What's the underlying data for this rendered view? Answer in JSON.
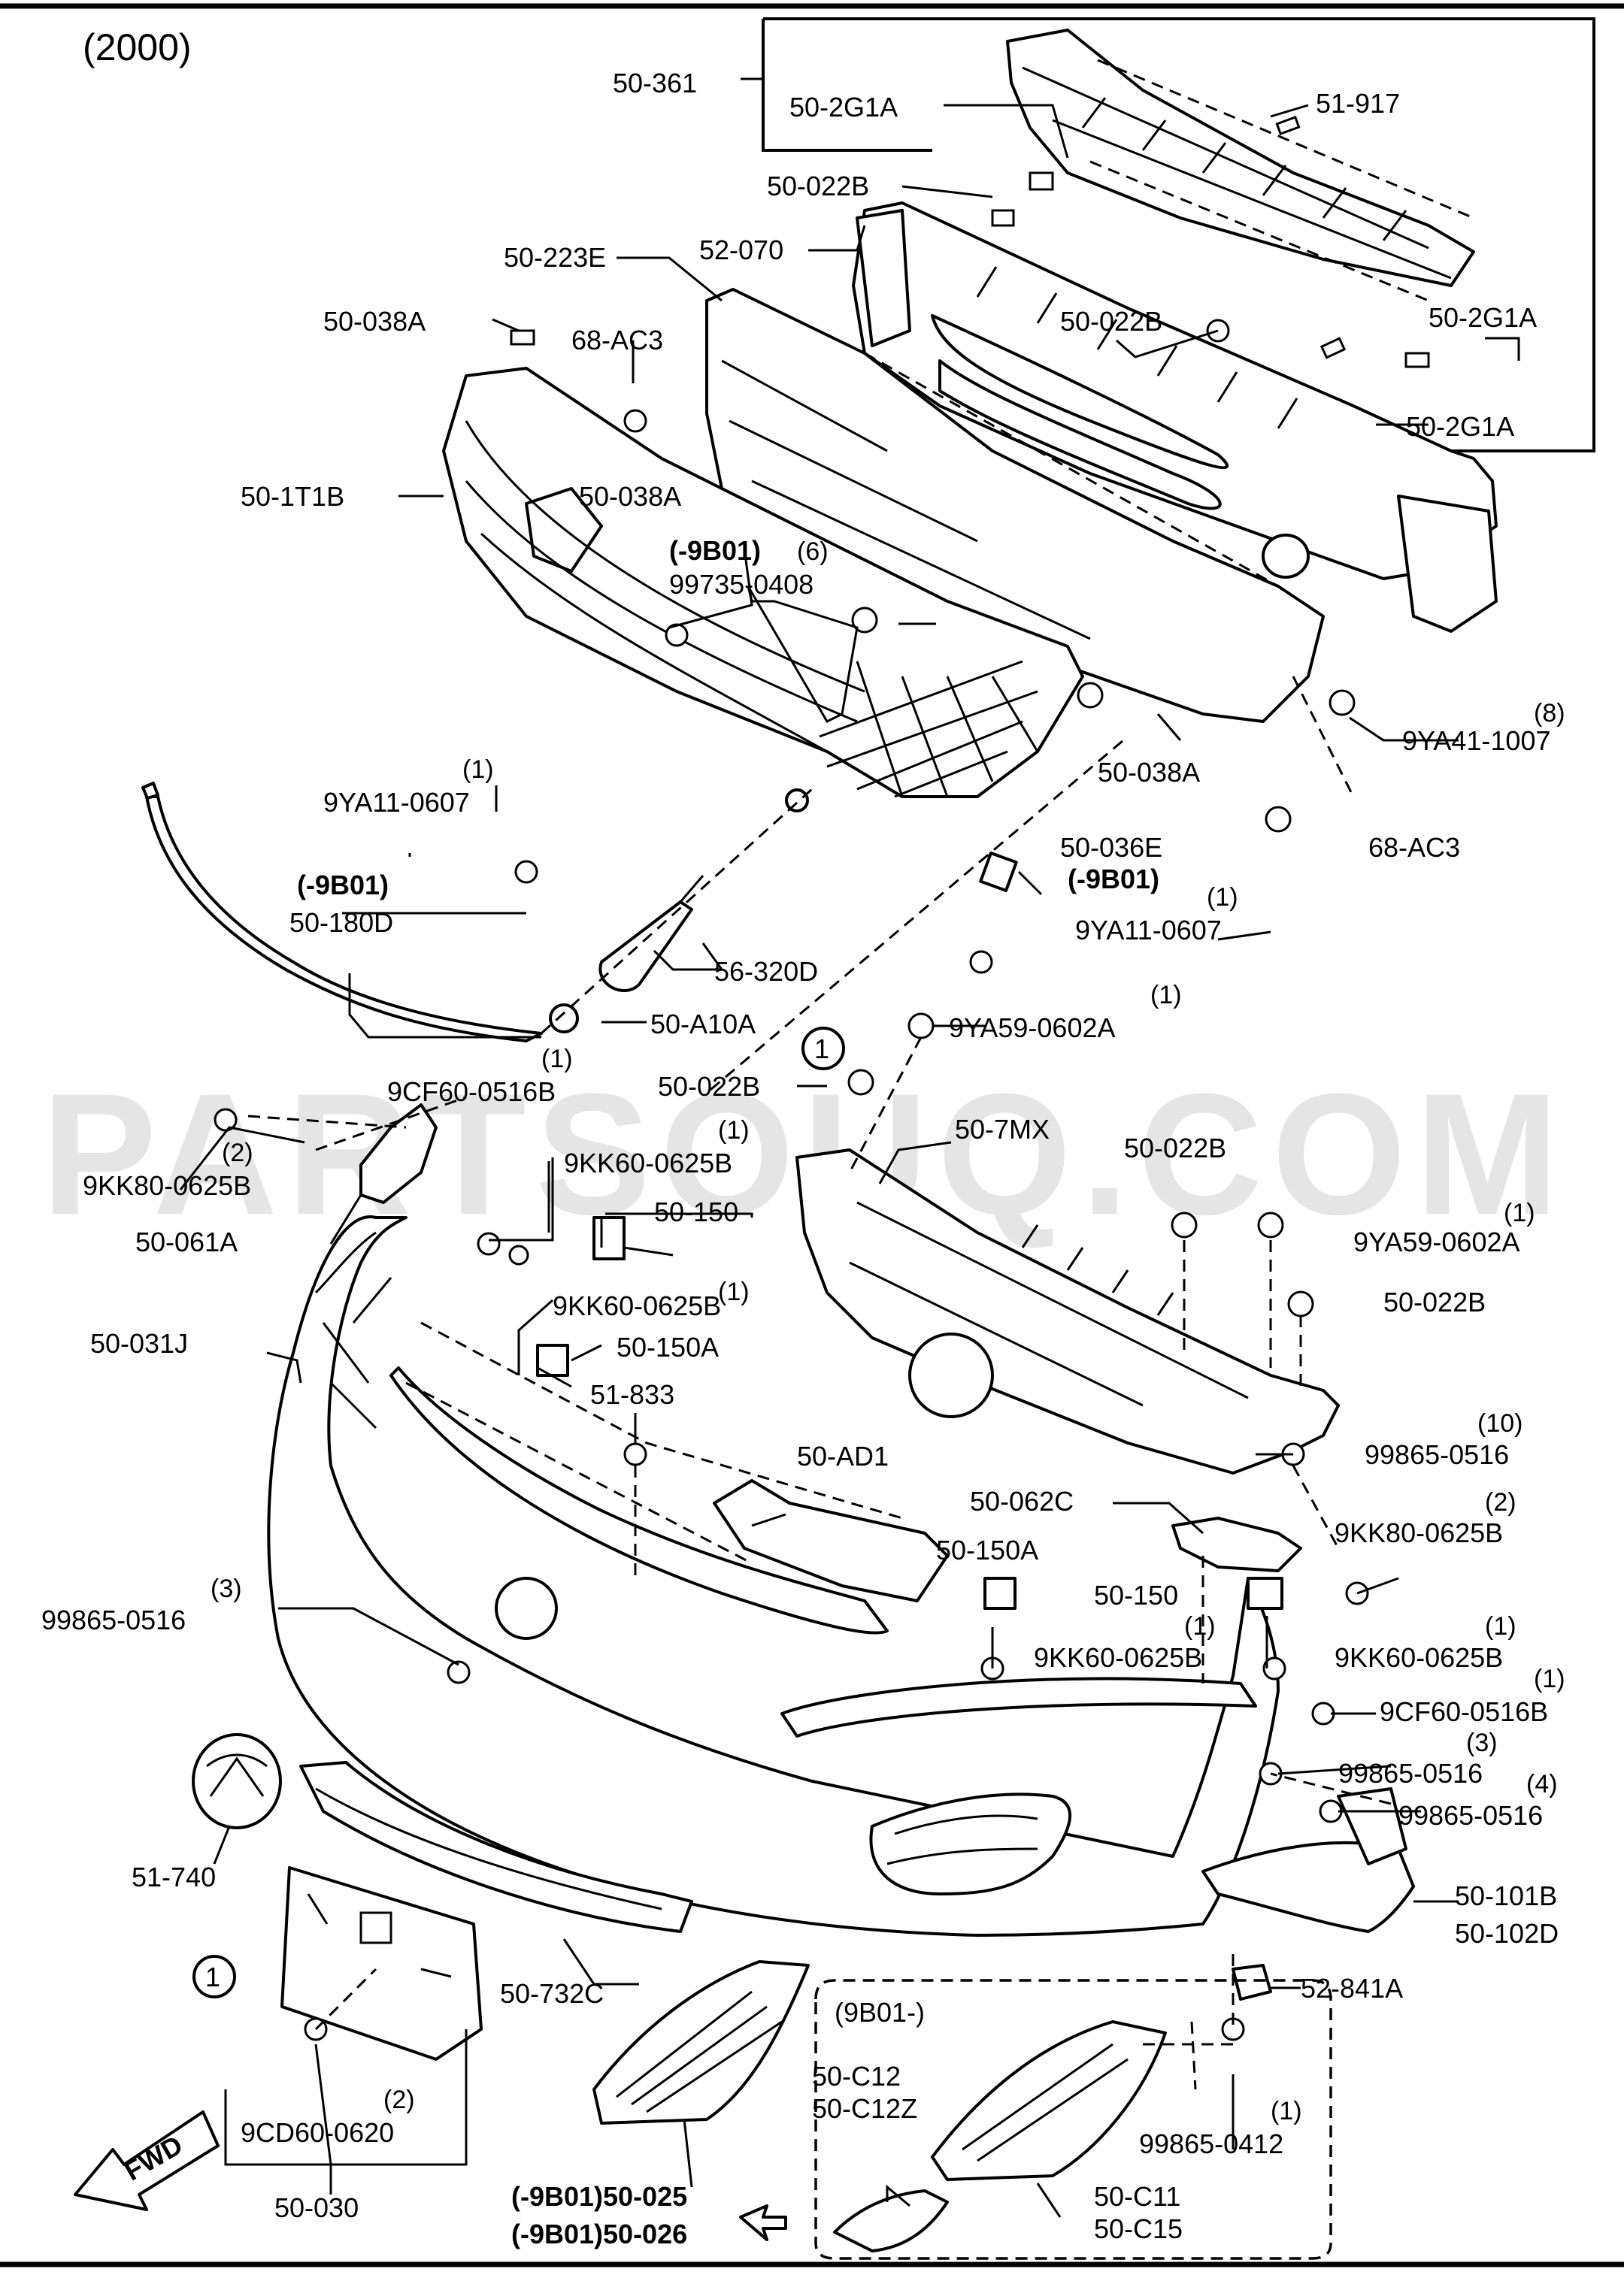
{
  "title": "(2000)",
  "watermark": "PARTSOUQ.COM",
  "callouts": {
    "c50_361": "50-361",
    "c50_2G1A_a": "50-2G1A",
    "c51_917": "51-917",
    "c50_022B_a": "50-022B",
    "c50_223E": "50-223E",
    "c52_070": "52-070",
    "c50_038A_a": "50-038A",
    "c68_AC3_a": "68-AC3",
    "c50_022B_b": "50-022B",
    "c50_2G1A_b": "50-2G1A",
    "c50_2G1A_c": "50-2G1A",
    "c50_1T1B": "50-1T1B",
    "c50_038A_b": "50-038A",
    "c9B01_a": "(-9B01)",
    "q6": "(6)",
    "c99735_0408": "99735-0408",
    "q8": "(8)",
    "c9YA41_1007": "9YA41-1007",
    "q1_a": "(1)",
    "c9YA11_0607_a": "9YA11-0607",
    "c50_038A_c": "50-038A",
    "c68_AC3_b": "68-AC3",
    "c9B01_b": "(-9B01)",
    "c50_180D": "50-180D",
    "c50_036E": "50-036E",
    "c9B01_c": "(-9B01)",
    "q1_b": "(1)",
    "c9YA11_0607_b": "9YA11-0607",
    "c56_320D": "56-320D",
    "c50_A10A": "50-A10A",
    "circ1_a": "1",
    "q1_c": "(1)",
    "c9YA59_0602A_a": "9YA59-0602A",
    "q1_d": "(1)",
    "c9CF60_0516B_a": "9CF60-0516B",
    "c50_022B_c": "50-022B",
    "q1_e": "(1)",
    "c9KK60_0625B_a": "9KK60-0625B",
    "c50_7MX": "50-7MX",
    "q2_a": "(2)",
    "c9KK80_0625B_a": "9KK80-0625B",
    "c50_150_a": "50-150",
    "c50_061A": "50-061A",
    "c50_022B_d": "50-022B",
    "q1_f": "(1)",
    "c9YA59_0602A_b": "9YA59-0602A",
    "c50_022B_e": "50-022B",
    "q1_g": "(1)",
    "c9KK60_0625B_b": "9KK60-0625B",
    "c50_031J": "50-031J",
    "c50_150A_a": "50-150A",
    "c51_833": "51-833",
    "q10": "(10)",
    "c99865_0516_a": "99865-0516",
    "c50_AD1": "50-AD1",
    "c50_062C": "50-062C",
    "q2_b": "(2)",
    "c9KK80_0625B_b": "9KK80-0625B",
    "c50_150A_b": "50-150A",
    "q3_a": "(3)",
    "c99865_0516_b": "99865-0516",
    "c50_150_b": "50-150",
    "q1_h": "(1)",
    "c9KK60_0625B_c": "9KK60-0625B",
    "q1_i": "(1)",
    "c9KK60_0625B_d": "9KK60-0625B",
    "q1_j": "(1)",
    "c9CF60_0516B_b": "9CF60-0516B",
    "q3_b": "(3)",
    "c99865_0516_c": "99865-0516",
    "q4": "(4)",
    "c99865_0516_d": "99865-0516",
    "c51_740": "51-740",
    "c50_101B": "50-101B",
    "c50_102D": "50-102D",
    "c52_841A": "52-841A",
    "c50_732C": "50-732C",
    "circ1_b": "1",
    "q2_c": "(2)",
    "c9CD60_0620": "9CD60-0620",
    "c50_030": "50-030",
    "c9B01_range": "(9B01-)",
    "c50_C12": "50-C12",
    "c50_C12Z": "50-C12Z",
    "q1_k": "(1)",
    "c99865_0412": "99865-0412",
    "c50_025": "(-9B01)50-025",
    "c50_026": "(-9B01)50-026",
    "c50_C11": "50-C11",
    "c50_C15": "50-C15",
    "fwd": "FWD"
  }
}
